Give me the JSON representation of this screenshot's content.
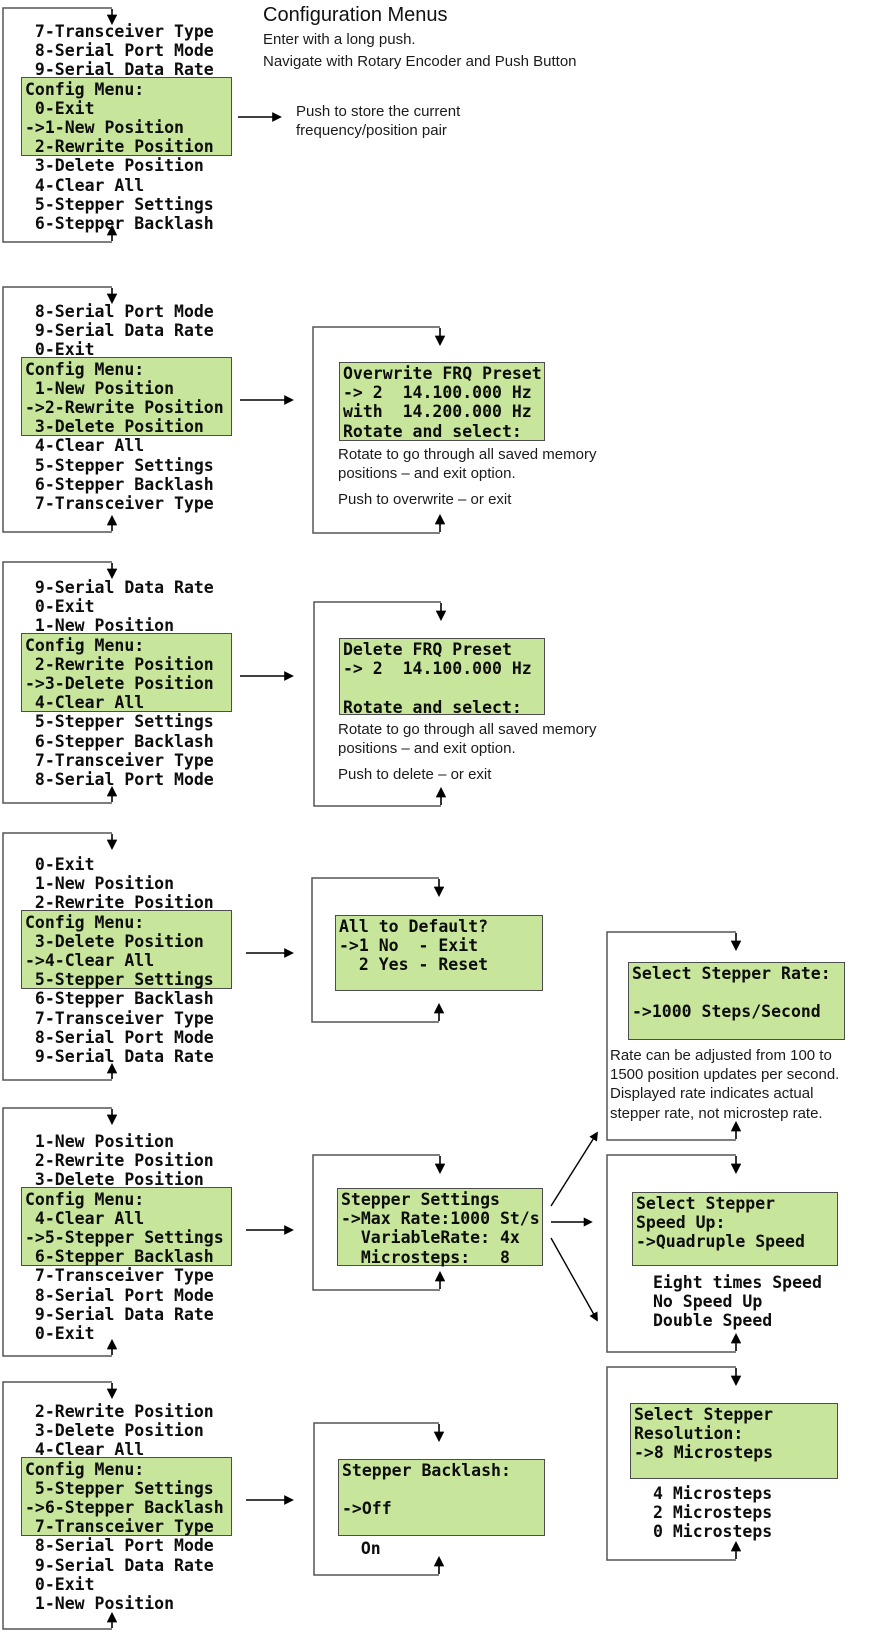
{
  "title": {
    "heading": "Configuration Menus",
    "sub1": "Enter with a long push.",
    "sub2": "Navigate with Rotary Encoder and Push Button"
  },
  "store_note": {
    "lines": [
      "Push to store the current",
      "frequency/position pair"
    ]
  },
  "menu_cycles": [
    {
      "lines": [
        " 7-Transceiver Type",
        " 8-Serial Port Mode",
        " 9-Serial Data Rate",
        "Config Menu:",
        " 0-Exit",
        "->1-New Position",
        " 2-Rewrite Position",
        " 3-Delete Position",
        " 4-Clear All",
        " 5-Stepper Settings",
        " 6-Stepper Backlash"
      ]
    },
    {
      "lines": [
        " 8-Serial Port Mode",
        " 9-Serial Data Rate",
        " 0-Exit",
        "Config Menu:",
        " 1-New Position",
        "->2-Rewrite Position",
        " 3-Delete Position",
        " 4-Clear All",
        " 5-Stepper Settings",
        " 6-Stepper Backlash",
        " 7-Transceiver Type"
      ]
    },
    {
      "lines": [
        " 9-Serial Data Rate",
        " 0-Exit",
        " 1-New Position",
        "Config Menu:",
        " 2-Rewrite Position",
        "->3-Delete Position",
        " 4-Clear All",
        " 5-Stepper Settings",
        " 6-Stepper Backlash",
        " 7-Transceiver Type",
        " 8-Serial Port Mode"
      ]
    },
    {
      "lines": [
        " 0-Exit",
        " 1-New Position",
        " 2-Rewrite Position",
        "Config Menu:",
        " 3-Delete Position",
        "->4-Clear All",
        " 5-Stepper Settings",
        " 6-Stepper Backlash",
        " 7-Transceiver Type",
        " 8-Serial Port Mode",
        " 9-Serial Data Rate"
      ]
    },
    {
      "lines": [
        " 1-New Position",
        " 2-Rewrite Position",
        " 3-Delete Position",
        "Config Menu:",
        " 4-Clear All",
        "->5-Stepper Settings",
        " 6-Stepper Backlash",
        " 7-Transceiver Type",
        " 8-Serial Port Mode",
        " 9-Serial Data Rate",
        " 0-Exit"
      ]
    },
    {
      "lines": [
        " 2-Rewrite Position",
        " 3-Delete Position",
        " 4-Clear All",
        "Config Menu:",
        " 5-Stepper Settings",
        "->6-Stepper Backlash",
        " 7-Transceiver Type",
        " 8-Serial Port Mode",
        " 9-Serial Data Rate",
        " 0-Exit",
        " 1-New Position"
      ]
    }
  ],
  "screens": {
    "overwrite": {
      "lcd": [
        "Overwrite FRQ Preset",
        "-> 2  14.100.000 Hz",
        "with  14.200.000 Hz",
        "Rotate and select:"
      ],
      "note1": [
        "Rotate to go through all saved memory",
        "positions – and exit option."
      ],
      "note2": "Push to overwrite – or exit"
    },
    "delete": {
      "lcd": [
        "Delete FRQ Preset",
        "-> 2  14.100.000 Hz",
        "",
        "Rotate and select:"
      ],
      "note1": [
        "Rotate to go through all saved memory",
        "positions – and exit option."
      ],
      "note2": "Push to delete – or exit"
    },
    "clear_all": {
      "lcd": [
        "All to Default?",
        "->1 No  - Exit",
        "  2 Yes - Reset",
        ""
      ]
    },
    "stepper_settings": {
      "lcd": [
        "Stepper Settings",
        "->Max Rate:1000 St/s",
        "  VariableRate: 4x",
        "  Microsteps:   8"
      ]
    },
    "stepper_rate": {
      "lcd": [
        "Select Stepper Rate:",
        "",
        "->1000 Steps/Second",
        ""
      ],
      "note": [
        "Rate can be adjusted from 100 to",
        "1500 position updates per second.",
        "Displayed rate indicates actual",
        "stepper rate, not microstep rate."
      ]
    },
    "speed_up": {
      "lcd": [
        "Select Stepper",
        "Speed Up:",
        "->Quadruple Speed",
        ""
      ],
      "options": [
        "Eight times Speed",
        "No Speed Up",
        "Double Speed"
      ]
    },
    "resolution": {
      "lcd": [
        "Select Stepper",
        "Resolution:",
        "->8 Microsteps",
        ""
      ],
      "options": [
        "4 Microsteps",
        "2 Microsteps",
        "0 Microsteps"
      ]
    },
    "backlash": {
      "lcd": [
        "Stepper Backlash:",
        "",
        "->Off",
        ""
      ],
      "options": [
        "  On"
      ]
    }
  },
  "colors": {
    "lcd_green": "#c8e69b",
    "wire": "#555555"
  }
}
